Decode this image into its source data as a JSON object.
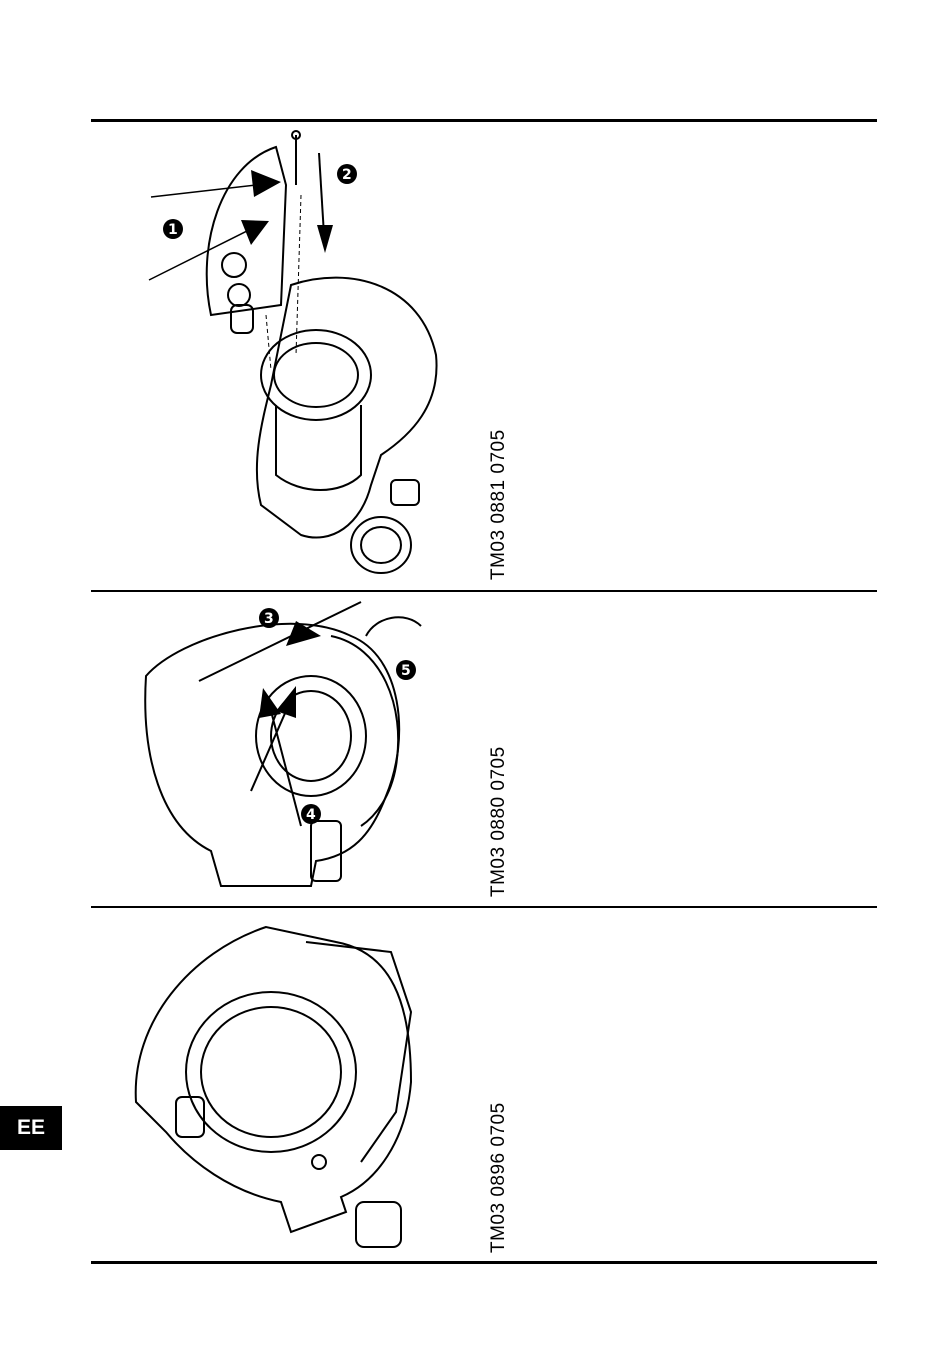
{
  "figures": [
    {
      "code": "TM03 0881 0705",
      "step_numbers": [
        "1",
        "2"
      ]
    },
    {
      "code": "TM03 0880 0705",
      "step_numbers": [
        "3",
        "4",
        "5"
      ]
    },
    {
      "code": "TM03 0896 0705",
      "step_numbers": []
    }
  ],
  "language_tab": "EE"
}
